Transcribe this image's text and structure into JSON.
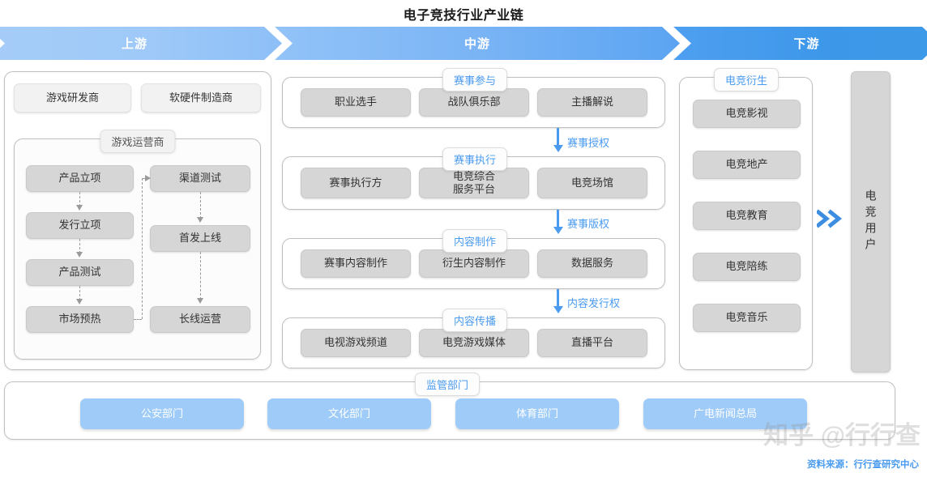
{
  "title": "电子竞技行业产业链",
  "bands": [
    {
      "label": "上游",
      "color": "#9ec9f8"
    },
    {
      "label": "中游",
      "color": "#7ab4f5"
    },
    {
      "label": "下游",
      "color": "#3d9ae8"
    }
  ],
  "upstream": {
    "top_nodes": [
      {
        "label": "游戏研发商"
      },
      {
        "label": "软硬件制造商"
      }
    ],
    "operator_group": {
      "label": "游戏运营商",
      "left_column": [
        "产品立项",
        "发行立项",
        "产品测试",
        "市场预热"
      ],
      "right_column": [
        "渠道测试",
        "首发上线",
        "长线运营"
      ]
    }
  },
  "midstream": {
    "groups": [
      {
        "label": "赛事参与",
        "nodes": [
          "职业选手",
          "战队俱乐部",
          "主播解说"
        ]
      },
      {
        "label": "赛事执行",
        "nodes": [
          "赛事执行方",
          "电竞综合\n服务平台",
          "电竞场馆"
        ]
      },
      {
        "label": "内容制作",
        "nodes": [
          "赛事内容制作",
          "衍生内容制作",
          "数据服务"
        ]
      },
      {
        "label": "内容传播",
        "nodes": [
          "电视游戏频道",
          "电竞游戏媒体",
          "直播平台"
        ]
      }
    ],
    "flow_labels": [
      "赛事授权",
      "赛事版权",
      "内容发行权"
    ]
  },
  "downstream": {
    "group": {
      "label": "电竞衍生",
      "nodes": [
        "电竞影视",
        "电竞地产",
        "电竞教育",
        "电竞陪练",
        "电竞音乐"
      ]
    },
    "user_column": "电竞用户"
  },
  "regulator": {
    "label": "监管部门",
    "nodes": [
      "公安部门",
      "文化部门",
      "体育部门",
      "广电新闻总局"
    ],
    "color": "#9ecbf8"
  },
  "footer": {
    "source": "资料来源：行行查研究中心",
    "watermark": "知乎 @行行查"
  }
}
